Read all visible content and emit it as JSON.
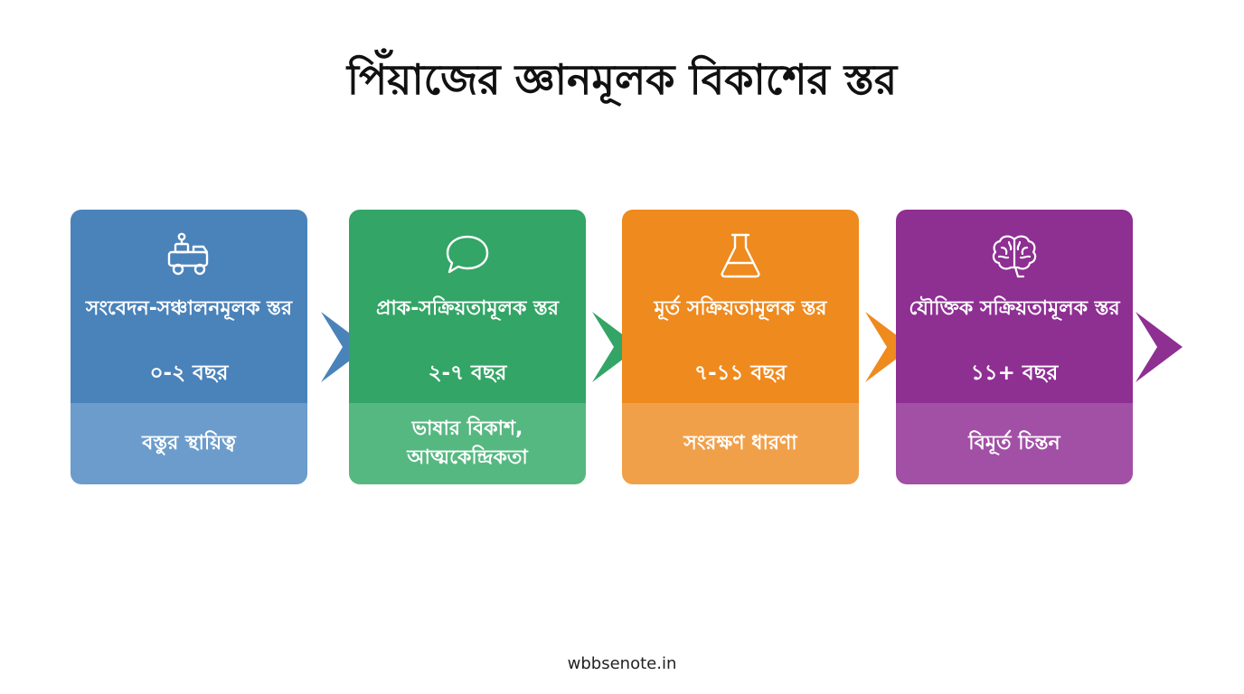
{
  "title": "পিঁয়াজের জ্ঞানমূলক বিকাশের স্তর",
  "stages": [
    {
      "icon": "toy-truck-icon",
      "name": "সংবেদন-সঞ্চালনমূলক স্তর",
      "age": "০-২ বছর",
      "trait": "বস্তুর স্থায়িত্ব",
      "color": "#4a82ba",
      "light_color": "#6b9ccb"
    },
    {
      "icon": "speech-bubble-icon",
      "name": "প্রাক-সক্রিয়তামূলক স্তর",
      "age": "২-৭ বছর",
      "trait": "ভাষার বিকাশ, আত্মকেন্দ্রিকতা",
      "color": "#33a566",
      "light_color": "#55b880"
    },
    {
      "icon": "flask-icon",
      "name": "মূর্ত সক্রিয়তামূলক স্তর",
      "age": "৭-১১ বছর",
      "trait": "সংরক্ষণ ধারণা",
      "color": "#ee8a1e",
      "light_color": "#f1a04a"
    },
    {
      "icon": "brain-icon",
      "name": "যৌক্তিক সক্রিয়তামূলক স্তর",
      "age": "১১+ বছর",
      "trait": "বিমূর্ত চিন্তন",
      "color": "#8e2f92",
      "light_color": "#a24fa6"
    }
  ],
  "footer": "wbbsenote.in"
}
